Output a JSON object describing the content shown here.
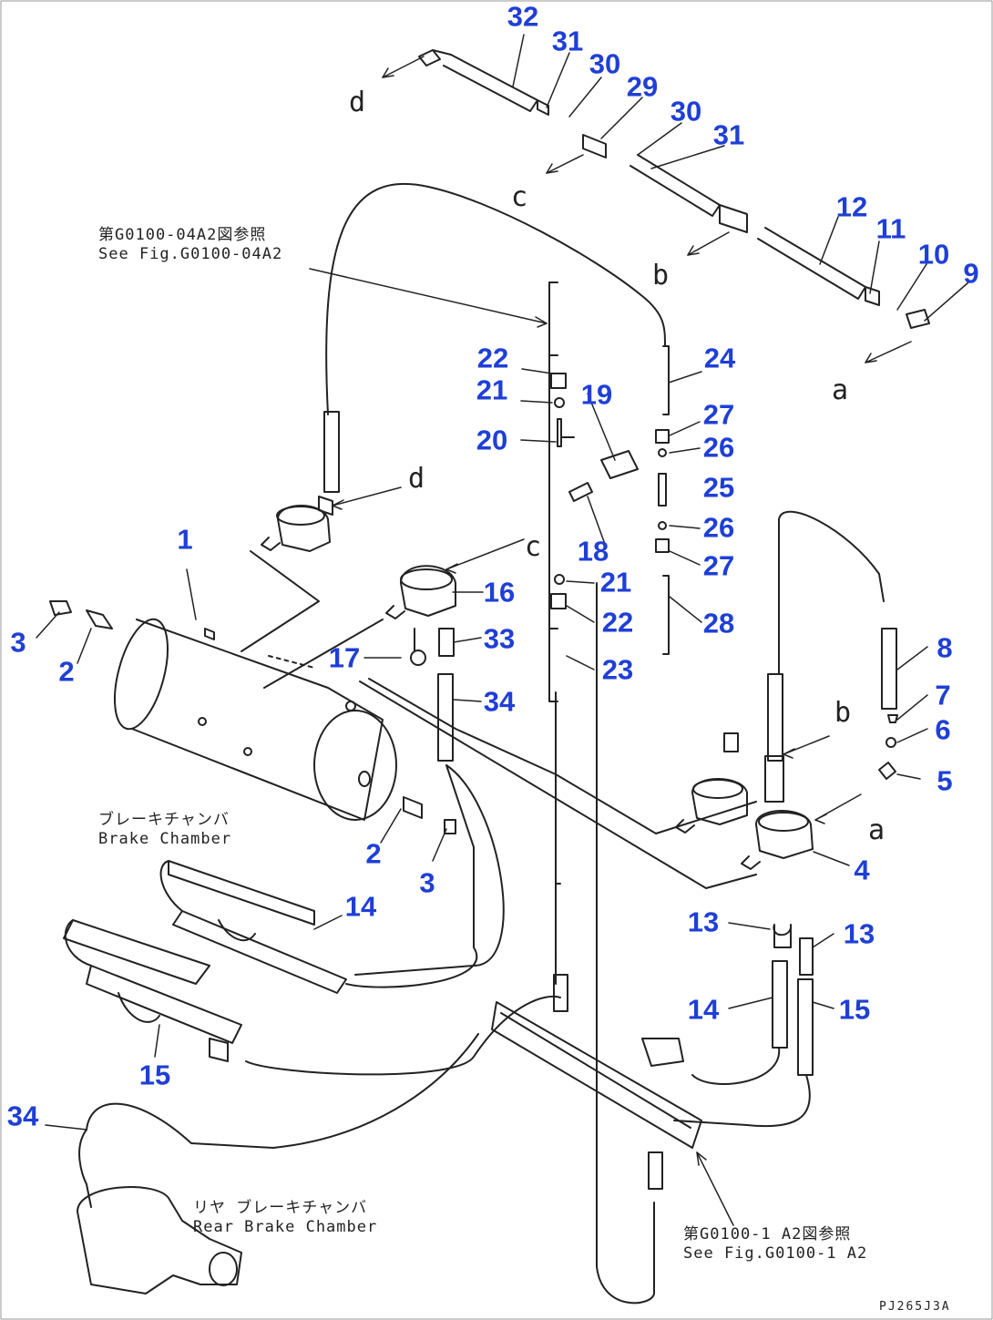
{
  "callouts": {
    "c1": "1",
    "c2a": "2",
    "c2b": "2",
    "c3a": "3",
    "c3b": "3",
    "c4": "4",
    "c5": "5",
    "c6": "6",
    "c7": "7",
    "c8": "8",
    "c9": "9",
    "c10": "10",
    "c11": "11",
    "c12": "12",
    "c13a": "13",
    "c13b": "13",
    "c14a": "14",
    "c14b": "14",
    "c15a": "15",
    "c15b": "15",
    "c16": "16",
    "c17": "17",
    "c18": "18",
    "c19": "19",
    "c20": "20",
    "c21a": "21",
    "c21b": "21",
    "c22a": "22",
    "c22b": "22",
    "c23": "23",
    "c24": "24",
    "c25": "25",
    "c26a": "26",
    "c26b": "26",
    "c27a": "27",
    "c27b": "27",
    "c28": "28",
    "c29": "29",
    "c30a": "30",
    "c30b": "30",
    "c31a": "31",
    "c31b": "31",
    "c32": "32",
    "c33": "33",
    "c34a": "34",
    "c34b": "34"
  },
  "connection_letters": {
    "a1": "a",
    "a2": "a",
    "b1": "b",
    "b2": "b",
    "c1": "c",
    "c2": "c",
    "d1": "d",
    "d2": "d"
  },
  "notes": {
    "see_fig_top": "第G0100-04A2図参照\nSee Fig.G0100-04A2",
    "brake_chamber": "ブレーキチャンバ\nBrake Chamber",
    "rear_brake_chamber": "リヤ ブレーキチャンバ\nRear Brake Chamber",
    "see_fig_bottom": "第G0100-1 A2図参照\nSee Fig.G0100-1 A2",
    "drawing_code": "PJ265J3A"
  },
  "colors": {
    "callout": "#1f3fd6",
    "line": "#222222",
    "background": "#ffffff"
  }
}
